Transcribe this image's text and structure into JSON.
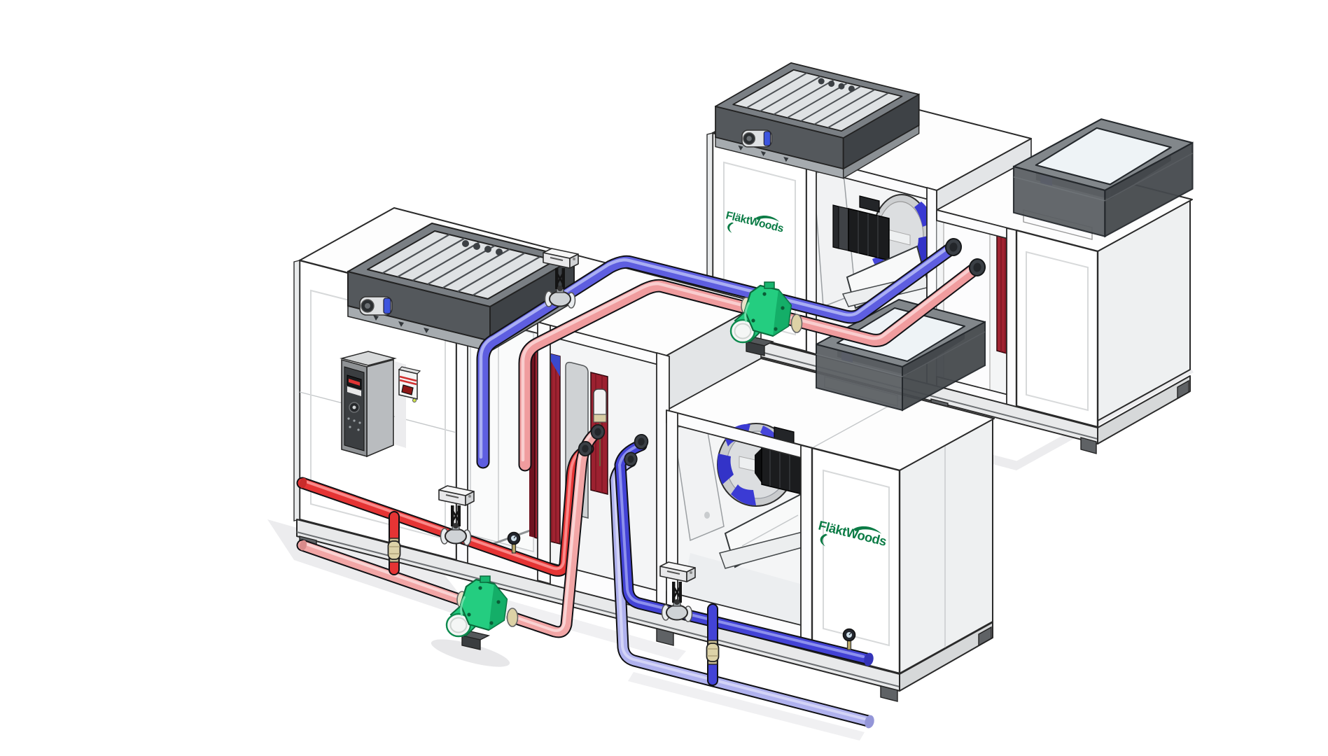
{
  "scene": {
    "background": "#ffffff",
    "description": "3D cutaway illustration of two air handling units connected by hydronic piping with pumps and control valves"
  },
  "brand": {
    "name": "FläktWoods",
    "color": "#0b7b45"
  },
  "colors": {
    "supply_hot": "#e53434",
    "return_hot": "#f2a6a6",
    "supply_cold": "#4343d6",
    "return_cold": "#b0b2ee",
    "riser_blue": "#5e5ee0",
    "riser_pink": "#f09c9e",
    "pump_green": "#24cd80",
    "pump_green_dark": "#12a864",
    "coil_red": "#a02331",
    "impeller_blue": "#3a3ad2",
    "brand_green": "#0b7b45",
    "hood_gray": "#54585c",
    "hood_gray_dark": "#3e4246",
    "exhaust_hood_gray": "#5b5f63",
    "motor_black": "#1b1c1e",
    "coupling_tan": "#ddd3a8",
    "actuator_white": "#f6f6f6",
    "gauge_dark": "#23262e",
    "frame_outline": "#2a2a2a",
    "panel_white": "#ffffff",
    "interior_gray": "#f4f5f6",
    "base_gray": "#e8e9ea"
  },
  "components": {
    "upper_unit": [
      "intake-louver-hood",
      "damper-actuator",
      "access-door-with-logo",
      "plug-fan",
      "fan-motor",
      "heating-coil",
      "exhaust-hood",
      "base-frame"
    ],
    "lower_unit": [
      "intake-louver-hood",
      "damper-actuator",
      "vfd-drive",
      "safety-switch",
      "heating-coil",
      "cooling-coil",
      "drain-tube",
      "plug-fan",
      "fan-motor",
      "access-door-with-logo",
      "exhaust-hood",
      "base-frame"
    ],
    "piping": [
      "hot-supply-red",
      "hot-return-pink",
      "cold-supply-blue",
      "cold-return-lavender",
      "control-valve-with-actuator",
      "inline-circulation-pump",
      "pressure-gauge",
      "flex-coupling"
    ]
  }
}
